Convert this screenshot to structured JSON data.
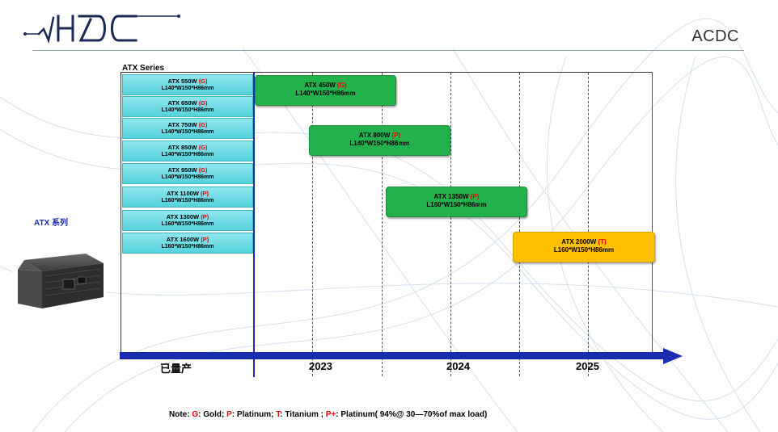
{
  "header": {
    "logo_text": "HDC",
    "page_label": "ACDC"
  },
  "chart": {
    "series_title": "ATX Series",
    "side_label": "ATX 系列",
    "current_models": [
      {
        "name": "ATX  550W",
        "grade": "(G)",
        "dims": "L140*W150*H86mm"
      },
      {
        "name": "ATX  650W",
        "grade": "(G)",
        "dims": "L140*W150*H86mm"
      },
      {
        "name": "ATX  750W",
        "grade": "(G)",
        "dims": "L140*W150*H86mm"
      },
      {
        "name": "ATX  850W",
        "grade": "(G)",
        "dims": "L140*W150*H86mm"
      },
      {
        "name": "ATX  950W",
        "grade": "(G)",
        "dims": "L140*W150*H86mm"
      },
      {
        "name": "ATX  1100W",
        "grade": "(P)",
        "dims": "L160*W150*H86mm"
      },
      {
        "name": "ATX  1300W",
        "grade": "(P)",
        "dims": "L160*W150*H86mm"
      },
      {
        "name": "ATX  1600W",
        "grade": "(P)",
        "dims": "L160*W150*H86mm"
      }
    ],
    "planned_models": [
      {
        "name": "ATX  450W",
        "grade": "(G)",
        "dims": "L140*W150*H86mm",
        "color": "green"
      },
      {
        "name": "ATX  800W",
        "grade": "(P)",
        "dims": "L140*W150*H86mm",
        "color": "green"
      },
      {
        "name": "ATX  1350W",
        "grade": "(P)",
        "dims": "L160*W150*H86mm",
        "color": "green"
      },
      {
        "name": "ATX  2000W",
        "grade": "(T)",
        "dims": "L160*W150*H86mm",
        "color": "gold"
      }
    ],
    "timeline": [
      "已量产",
      "2023",
      "2024",
      "2025"
    ]
  },
  "note": {
    "prefix": "Note:  ",
    "g_key": "G",
    "g_text": ": Gold; ",
    "p_key": "P",
    "p_text": ": Platinum; ",
    "t_key": "T",
    "t_text": ": Titanium ; ",
    "pp_key": "P+",
    "pp_text": ": Platinum( 94%@ 30—70%of max load)"
  },
  "colors": {
    "timeline_blue": "#1a2bb0",
    "cell_cyan": "#55d2dc",
    "plan_green": "#22b14c",
    "plan_gold": "#ffc000",
    "grade_red": "#e00000"
  }
}
